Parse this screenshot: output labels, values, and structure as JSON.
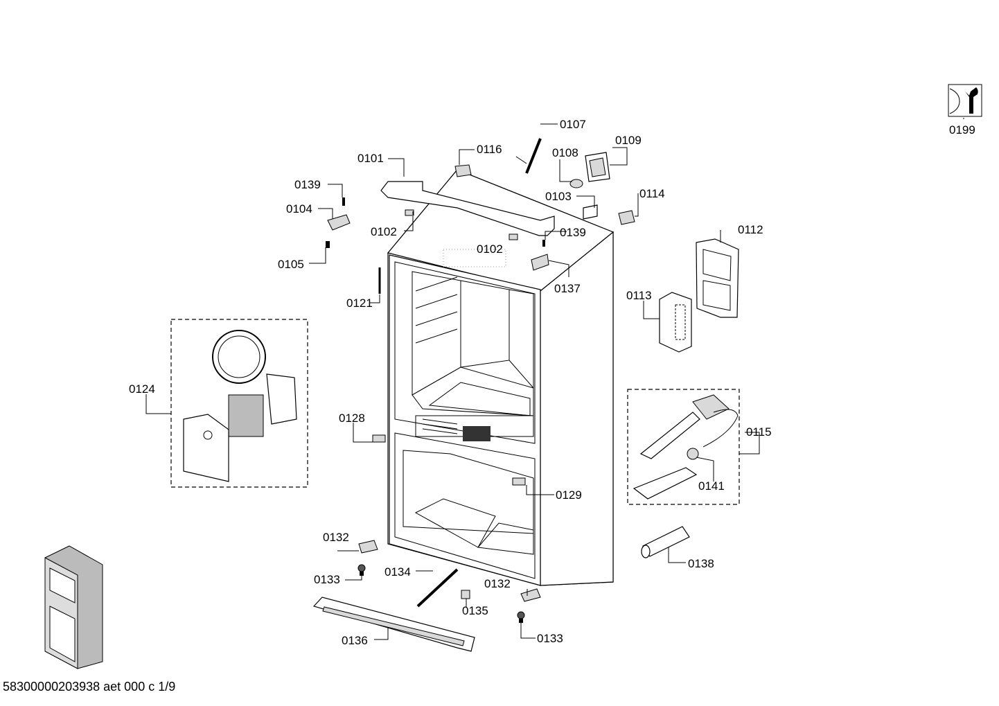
{
  "document_id": "58300000203938 aet 000 c 1/9",
  "service_icon": {
    "icon": "wrench-icon",
    "label": "0199"
  },
  "parts": [
    {
      "key": "0101",
      "label": "0101"
    },
    {
      "key": "0102a",
      "label": "0102"
    },
    {
      "key": "0102b",
      "label": "0102"
    },
    {
      "key": "0103",
      "label": "0103"
    },
    {
      "key": "0104",
      "label": "0104"
    },
    {
      "key": "0105",
      "label": "0105"
    },
    {
      "key": "0107",
      "label": "0107"
    },
    {
      "key": "0108",
      "label": "0108"
    },
    {
      "key": "0109",
      "label": "0109"
    },
    {
      "key": "0112",
      "label": "0112"
    },
    {
      "key": "0113",
      "label": "0113"
    },
    {
      "key": "0114",
      "label": "0114"
    },
    {
      "key": "0115",
      "label": "0115"
    },
    {
      "key": "0116",
      "label": "0116"
    },
    {
      "key": "0121",
      "label": "0121"
    },
    {
      "key": "0124",
      "label": "0124"
    },
    {
      "key": "0128",
      "label": "0128"
    },
    {
      "key": "0129",
      "label": "0129"
    },
    {
      "key": "0132a",
      "label": "0132"
    },
    {
      "key": "0132b",
      "label": "0132"
    },
    {
      "key": "0133a",
      "label": "0133"
    },
    {
      "key": "0133b",
      "label": "0133"
    },
    {
      "key": "0134",
      "label": "0134"
    },
    {
      "key": "0135",
      "label": "0135"
    },
    {
      "key": "0136",
      "label": "0136"
    },
    {
      "key": "0137",
      "label": "0137"
    },
    {
      "key": "0138",
      "label": "0138"
    },
    {
      "key": "0139a",
      "label": "0139"
    },
    {
      "key": "0139b",
      "label": "0139"
    },
    {
      "key": "0141",
      "label": "0141"
    }
  ]
}
